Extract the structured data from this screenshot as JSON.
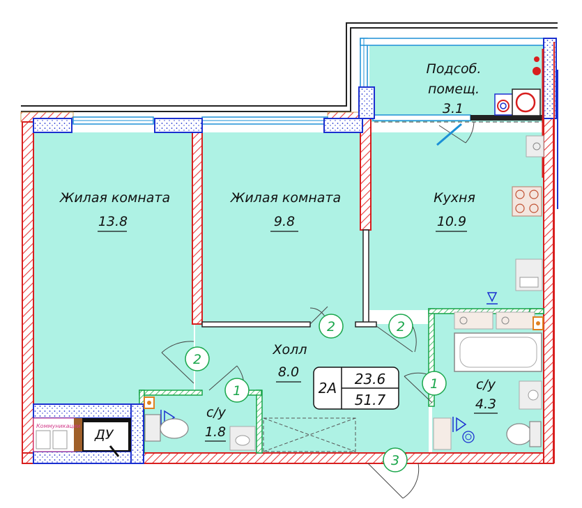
{
  "rooms": [
    {
      "name": "Жилая комната",
      "area": "13.8"
    },
    {
      "name": "Жилая комната",
      "area": "9.8"
    },
    {
      "name": "Кухня",
      "area": "10.9"
    },
    {
      "name_line1": "Подсоб.",
      "name_line2": "помещ.",
      "area": "3.1"
    },
    {
      "name": "Холл",
      "area": "8.0"
    },
    {
      "name": "с/у",
      "area": "1.8"
    },
    {
      "name": "с/у",
      "area": "4.3"
    }
  ],
  "apartment": {
    "type": "2А",
    "living_area": "23.6",
    "total_area": "51.7"
  },
  "doors": [
    "2",
    "2",
    "2",
    "1",
    "1",
    "3"
  ],
  "shaft_label": "ДУ",
  "note_label": "Коммуникации",
  "colors": {
    "floor": "#aef2e4",
    "wall_outline": "#d81e1e",
    "partition": "#17a347",
    "door_label": "#1aa64b",
    "window": "#1b8fd6",
    "column": "#1a2fd0"
  }
}
